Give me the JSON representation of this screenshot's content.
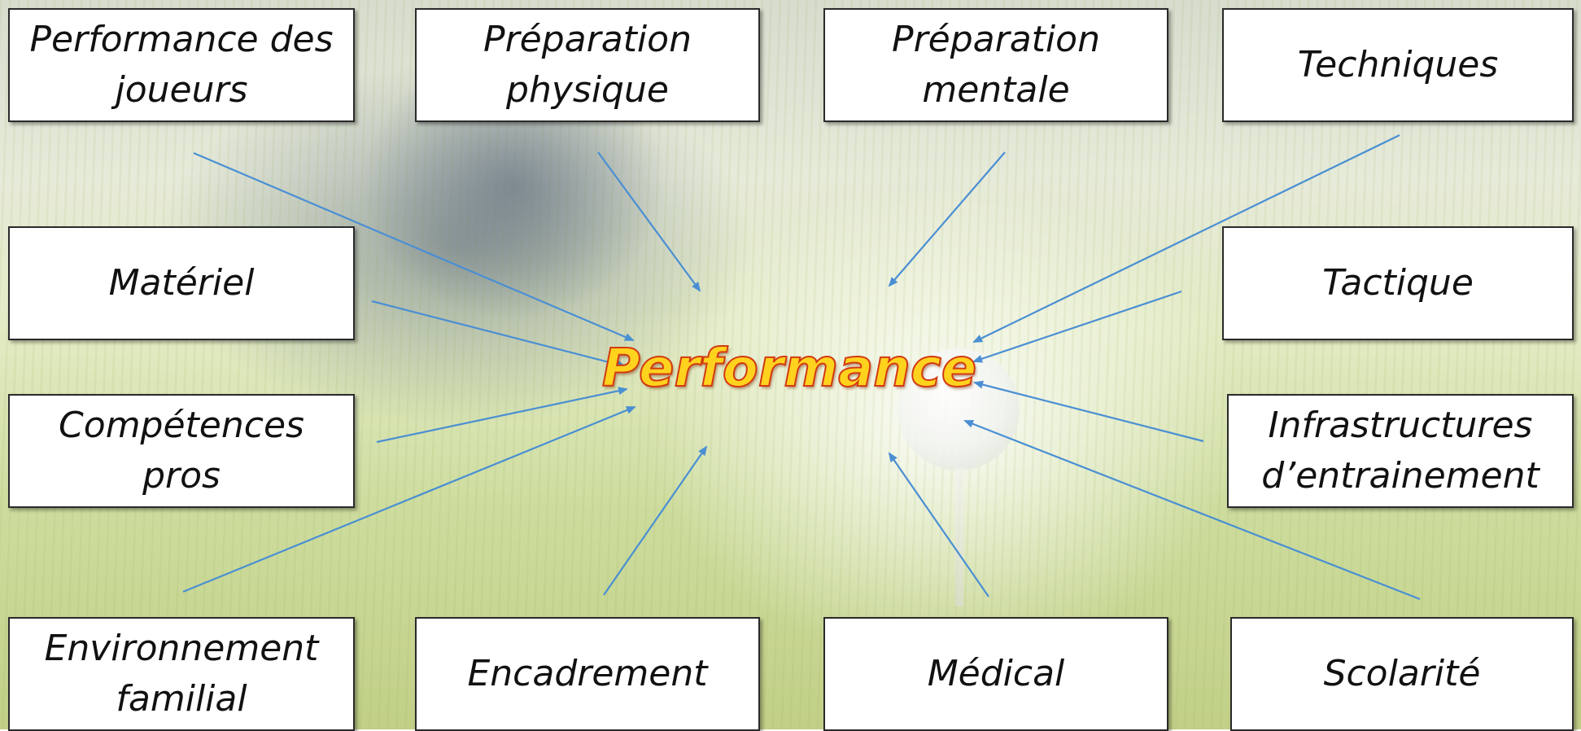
{
  "center": {
    "title": "Performance",
    "fill_color": "#ffd21e",
    "stroke_color": "#d23a12"
  },
  "arrow_color": "#4a8fd3",
  "boxes": {
    "performance_joueurs": "Performance des\njoueurs",
    "preparation_physique": "Préparation\nphysique",
    "preparation_mentale": "Préparation\nmentale",
    "techniques": "Techniques",
    "materiel": "Matériel",
    "tactique": "Tactique",
    "competences_pros": "Compétences\npros",
    "infrastructures": "Infrastructures\nd’entrainement",
    "environnement_familial": "Environnement\nfamilial",
    "encadrement": "Encadrement",
    "medical": "Médical",
    "scolarite": "Scolarité"
  }
}
